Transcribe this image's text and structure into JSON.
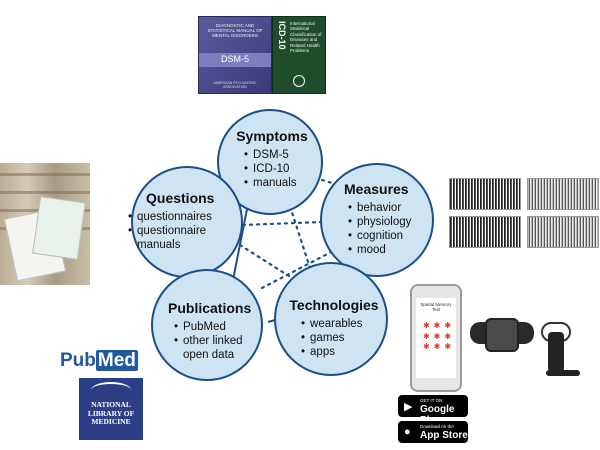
{
  "nodes": {
    "symptoms": {
      "title": "Symptoms",
      "items": [
        "DSM-5",
        "ICD-10",
        "manuals"
      ]
    },
    "questions": {
      "title": "Questions",
      "items": [
        "questionnaires",
        "questionnaire",
        "manuals"
      ]
    },
    "measures": {
      "title": "Measures",
      "items": [
        "behavior",
        "physiology",
        "cognition",
        "mood"
      ]
    },
    "publications": {
      "title": "Publications",
      "items": [
        "PubMed",
        "other linked",
        "open data"
      ]
    },
    "technologies": {
      "title": "Technologies",
      "items": [
        "wearables",
        "games",
        "apps"
      ]
    }
  },
  "dsm_book": {
    "header": "DIAGNOSTIC AND STATISTICAL MANUAL OF MENTAL DISORDERS",
    "edition": "DSM-5",
    "publisher": "AMERICAN PSYCHIATRIC ASSOCIATION"
  },
  "icd_book": {
    "code": "ICD-10",
    "description": "International Statistical Classification of Diseases and Related Health Problems"
  },
  "phone_app": {
    "title": "Spatial Memory Test"
  },
  "badges": {
    "google": {
      "small": "GET IT ON",
      "big": "Google Play"
    },
    "apple": {
      "small": "Download on the",
      "big": "App Store"
    }
  },
  "pubmed_logo": {
    "pub": "Pub",
    "med": "Med"
  },
  "nlm_logo": {
    "line1": "NATIONAL",
    "line2": "LIBRARY OF",
    "line3": "MEDICINE"
  },
  "colors": {
    "circle_fill": "#cfe4f3",
    "circle_stroke": "#1c4f8a",
    "link_color": "#1c4f8a"
  },
  "icons": {
    "apple": "apple-logo-icon",
    "google": "play-triangle-icon"
  }
}
